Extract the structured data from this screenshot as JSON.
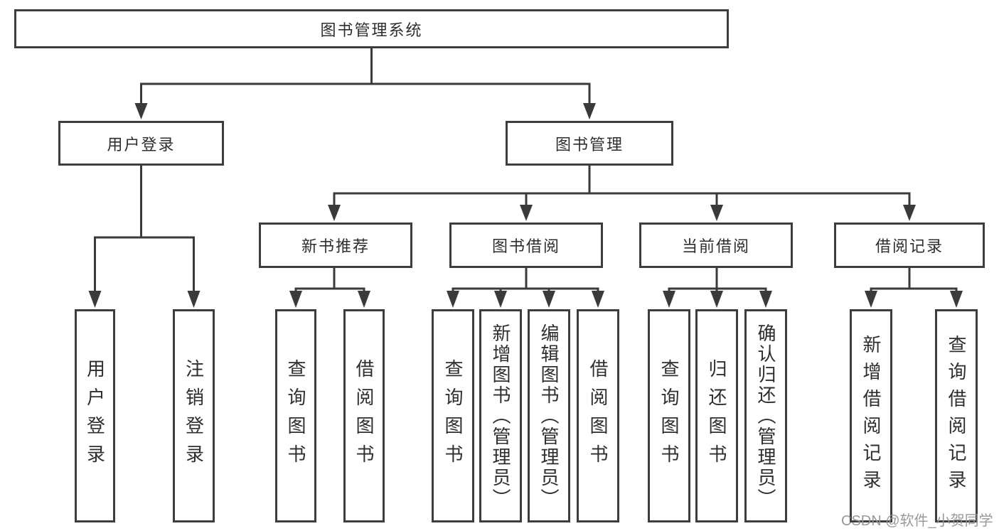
{
  "diagram": {
    "root": {
      "label": "图书管理系统"
    },
    "branches": [
      {
        "label": "用户登录",
        "children": [
          "用户登录",
          "注销登录"
        ]
      },
      {
        "label": "图书管理"
      }
    ],
    "modules": [
      {
        "label": "新书推荐",
        "children": [
          "查询图书",
          "借阅图书"
        ]
      },
      {
        "label": "图书借阅",
        "children": [
          "查询图书",
          "新增图书（管理员）",
          "编辑图书（管理员）",
          "借阅图书"
        ]
      },
      {
        "label": "当前借阅",
        "children": [
          "查询图书",
          "归还图书",
          "确认归还（管理员）"
        ]
      },
      {
        "label": "借阅记录",
        "children": [
          "新增借阅记录",
          "查询借阅记录"
        ]
      }
    ]
  },
  "watermark": {
    "text": "CSDN @软件_小贺同学"
  },
  "colors": {
    "background": "#ffffff",
    "box_border": "#3d3d3d",
    "connector_line": "#3a3a3a",
    "text": "#2e2e2e",
    "watermark": "#949494"
  }
}
